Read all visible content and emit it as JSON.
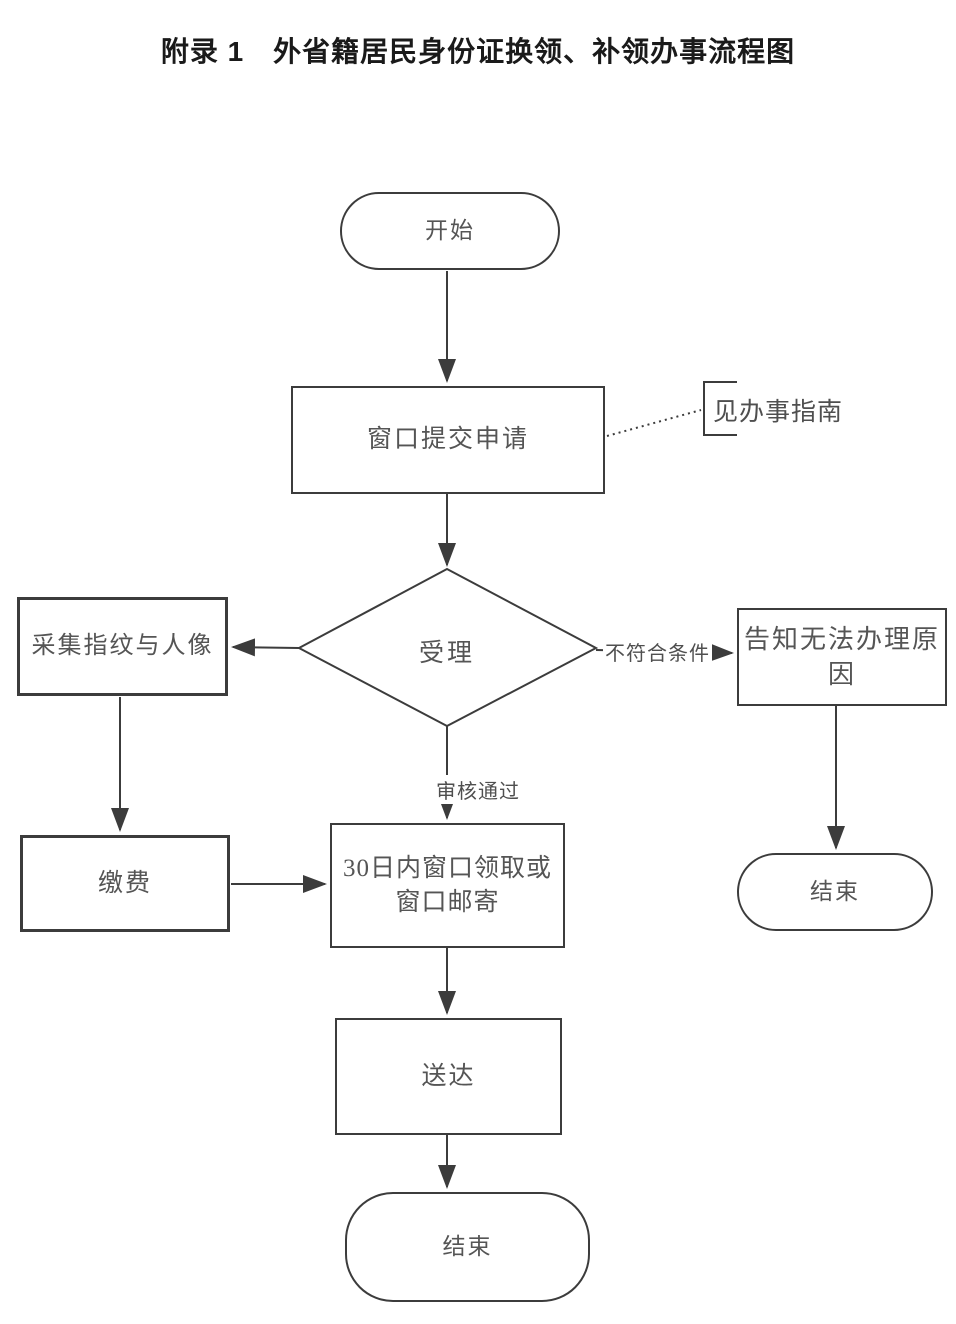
{
  "title": "附录 1　外省籍居民身份证换领、补领办事流程图",
  "flowchart": {
    "nodes": {
      "start": {
        "label": "开始",
        "type": "terminator"
      },
      "submit": {
        "label": "窗口提交申请",
        "type": "process"
      },
      "accept": {
        "label": "受理",
        "type": "decision"
      },
      "collect": {
        "label": "采集指纹与人像",
        "type": "process"
      },
      "inform": {
        "lines": [
          "告知无法办理原",
          "因"
        ],
        "type": "process"
      },
      "pay": {
        "label": "缴费",
        "type": "process"
      },
      "receive": {
        "lines": [
          "30日内窗口领取或",
          "窗口邮寄"
        ],
        "type": "process"
      },
      "deliver": {
        "label": "送达",
        "type": "process"
      },
      "end_main": {
        "label": "结束",
        "type": "terminator"
      },
      "end_reject": {
        "label": "结束",
        "type": "terminator"
      }
    },
    "edge_labels": {
      "reject": "不符合条件",
      "approve": "审核通过"
    },
    "annotation": {
      "guide": "见办事指南"
    },
    "colors": {
      "line": "#3c3c3c",
      "node_text": "#555555",
      "title_text": "#1a1a1a",
      "background": "#ffffff"
    }
  }
}
